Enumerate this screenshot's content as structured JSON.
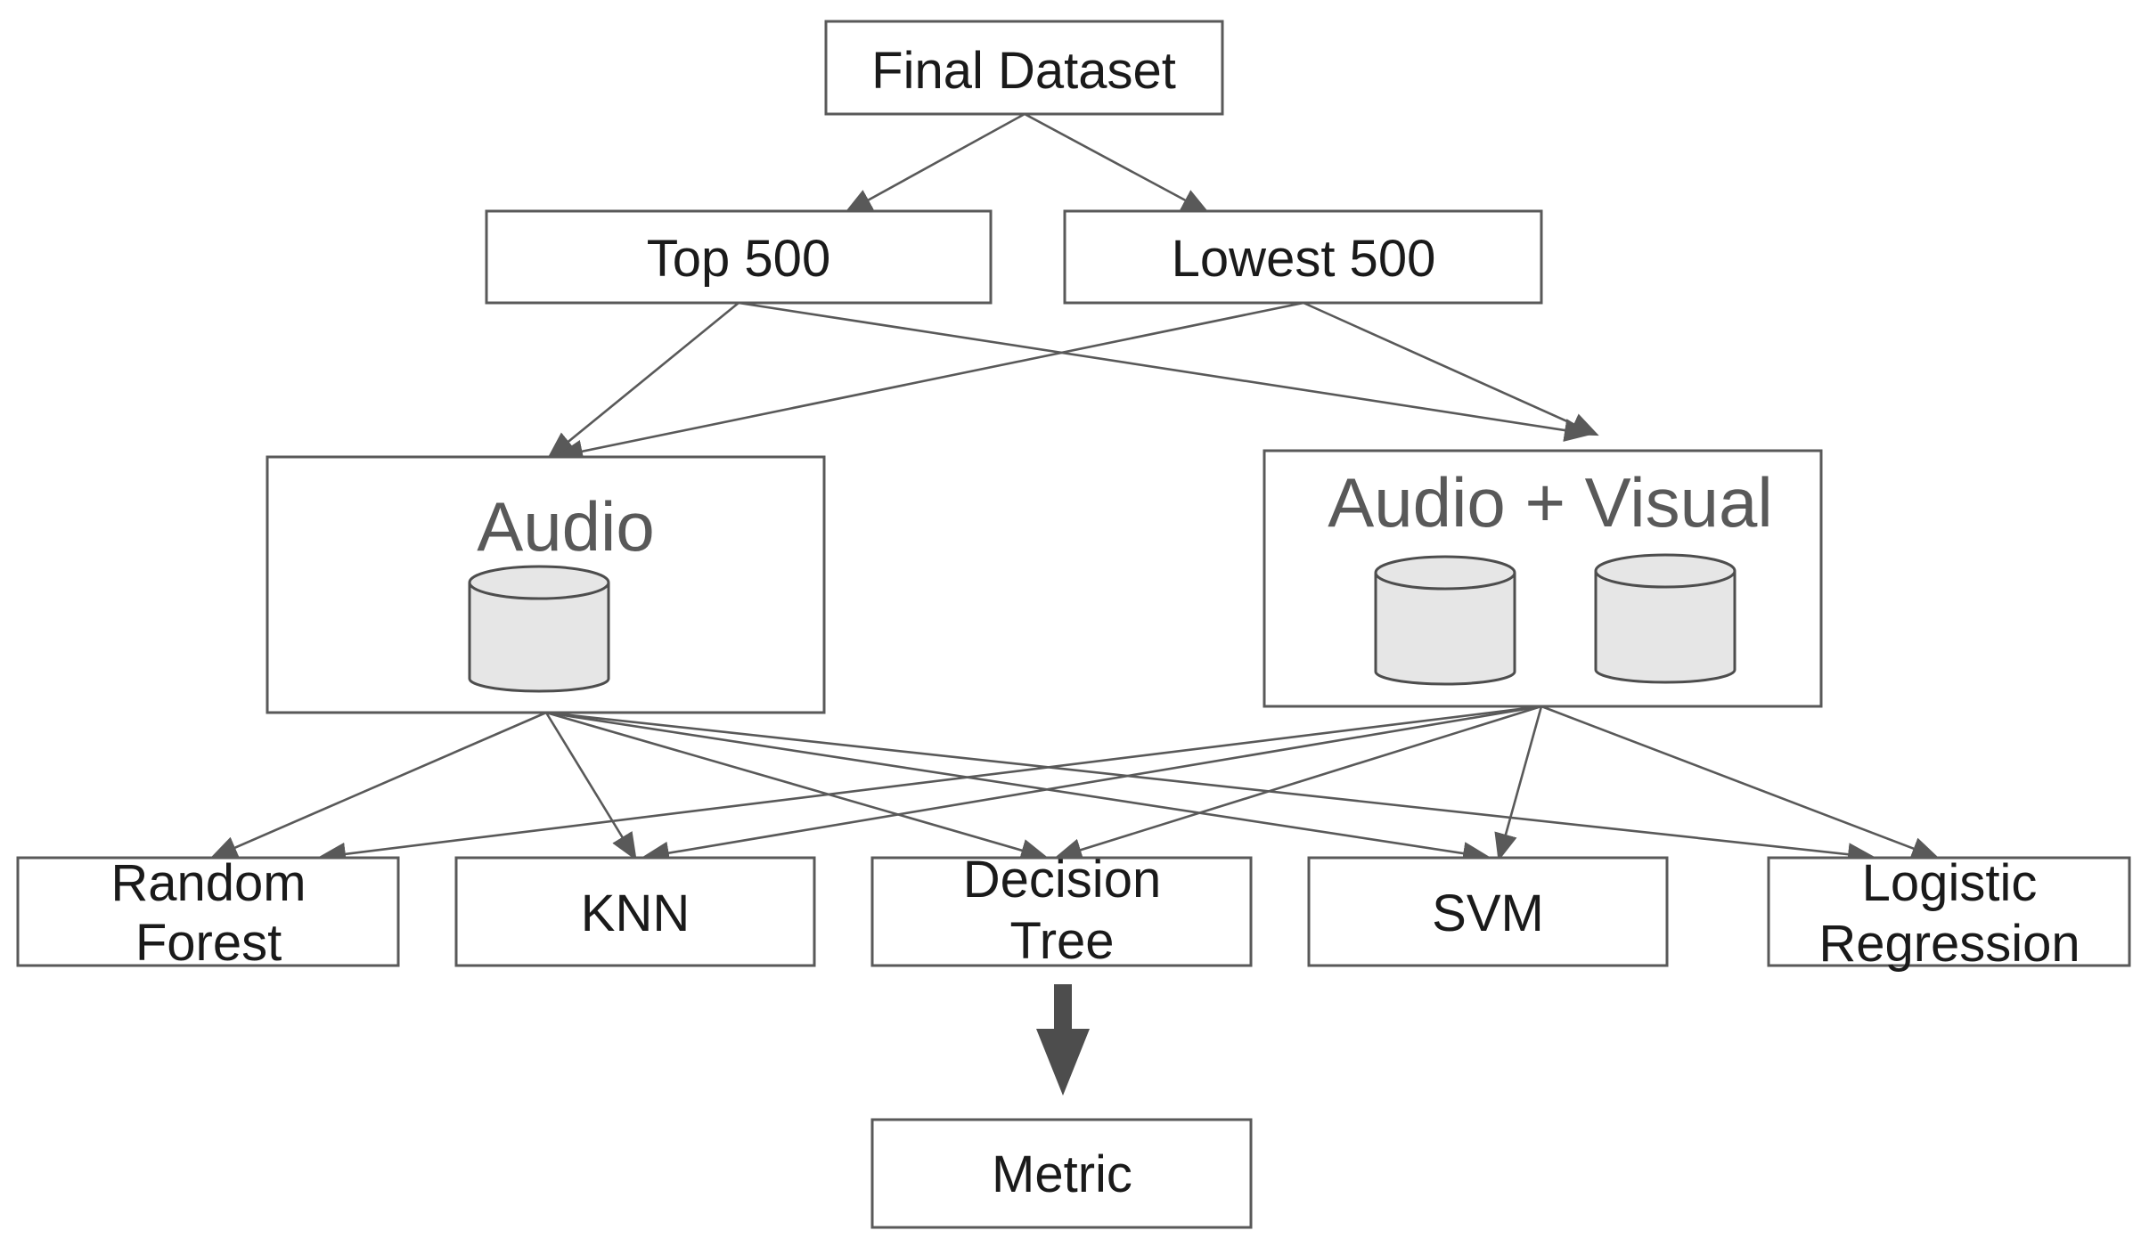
{
  "nodes": {
    "final_dataset": "Final Dataset",
    "top500": "Top 500",
    "lowest500": "Lowest 500",
    "audio": "Audio",
    "audio_visual": "Audio + Visual",
    "random_forest": [
      "Random",
      "Forest"
    ],
    "knn": "KNN",
    "decision_tree": [
      "Decision",
      "Tree"
    ],
    "svm": "SVM",
    "logistic_regression": [
      "Logistic",
      "Regression"
    ],
    "metric": "Metric"
  },
  "icons": {
    "database": "database-icon",
    "down_arrow": "down-arrow-icon"
  }
}
